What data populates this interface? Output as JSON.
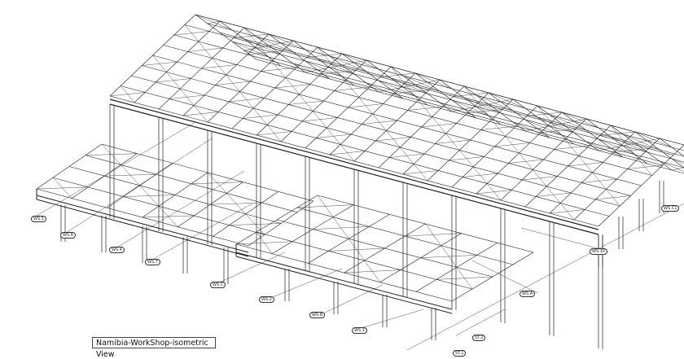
{
  "drawing": {
    "title": "Namibia-WorkShop-isometric View",
    "grid_labels": [
      "WS.5",
      "WS.6",
      "WS.4",
      "WS.7",
      "WS.C",
      "WS.2",
      "WS.B",
      "WS.1",
      "WS.A",
      "WS.10",
      "WS.C1",
      "ST.2",
      "ST.1"
    ]
  },
  "colors": {
    "line": "#222222",
    "background": "#ffffff"
  }
}
